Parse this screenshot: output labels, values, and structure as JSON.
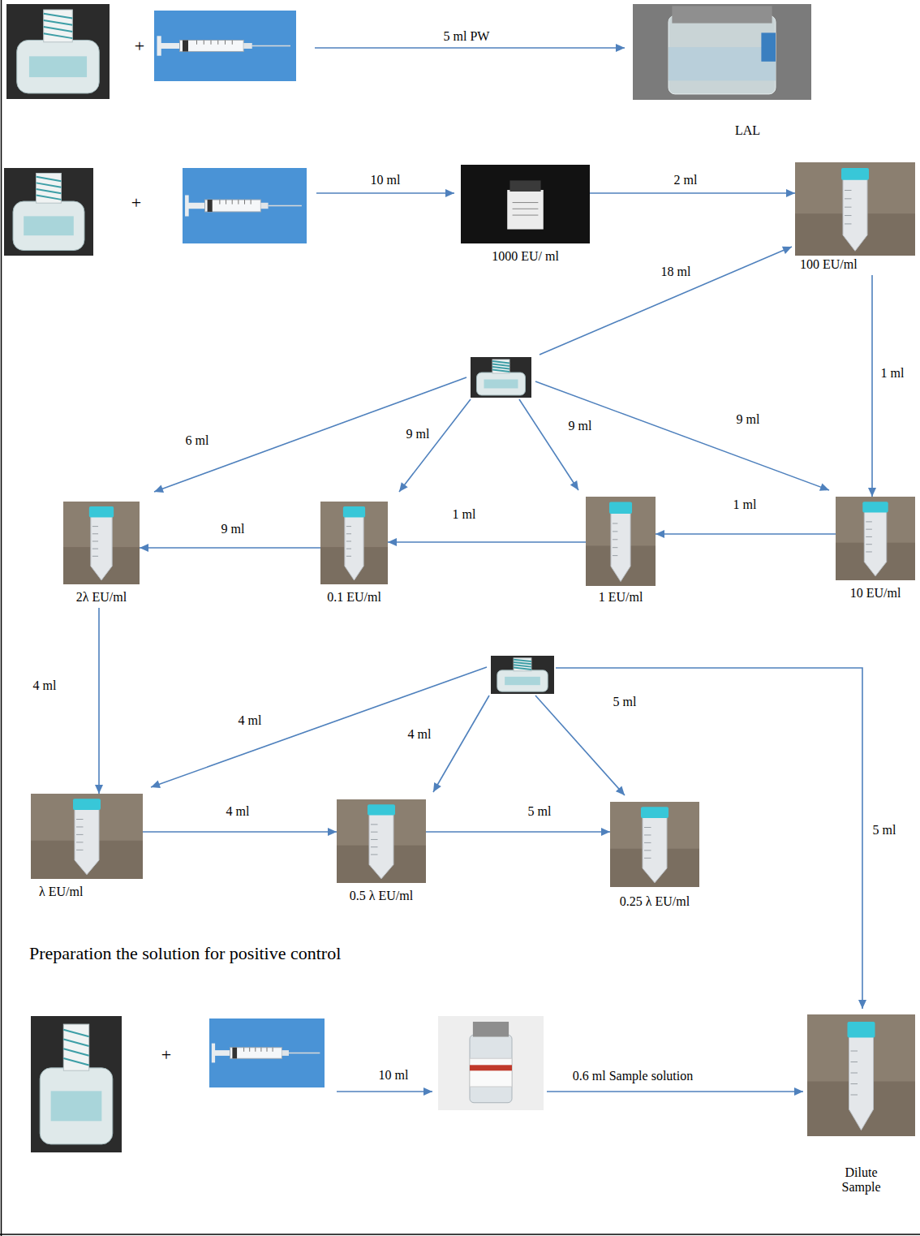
{
  "diagram": {
    "nodes": [
      {
        "text": [
          "LAL"
        ]
      },
      {
        "text": [
          "1000 EU/ ml"
        ]
      },
      {
        "text": [
          "100 EU/ml"
        ]
      },
      {
        "text": [
          "2λ EU/ml"
        ]
      },
      {
        "text": [
          "0.1 EU/ml"
        ]
      },
      {
        "text": [
          "1 EU/ml"
        ]
      },
      {
        "text": [
          "10 EU/ml"
        ]
      },
      {
        "text": [
          "λ EU/ml"
        ]
      },
      {
        "text": [
          "0.5 λ EU/ml"
        ]
      },
      {
        "text": [
          "0.25 λ EU/ml"
        ]
      },
      {
        "text": [
          "Dilute Sample"
        ]
      }
    ],
    "edges": [
      {
        "from": 1,
        "to": 2,
        "arrow": "to",
        "label": "2 ml"
      },
      {
        "from": 2,
        "to": 6,
        "arrow": "to",
        "label": "1 ml"
      },
      {
        "from": 6,
        "to": 5,
        "arrow": "to",
        "label": "1 ml"
      },
      {
        "from": 5,
        "to": 4,
        "arrow": "to",
        "label": "1 ml"
      },
      {
        "from": 4,
        "to": 3,
        "arrow": "to",
        "label": "9 ml"
      },
      {
        "from": 3,
        "to": 7,
        "arrow": "to",
        "label": "4 ml"
      },
      {
        "from": 7,
        "to": 8,
        "arrow": "to",
        "label": "4 ml"
      },
      {
        "from": 8,
        "to": 9,
        "arrow": "to",
        "label": "5 ml"
      }
    ],
    "labels": [
      "+",
      "5 ml PW",
      "+",
      "10 ml",
      "18 ml",
      "6 ml",
      "9 ml",
      "9 ml",
      "9 ml",
      "4 ml",
      "4 ml",
      "5 ml",
      "5 ml",
      "Preparation the solution for positive control",
      "+",
      "10 ml",
      "0.6 ml Sample solution"
    ]
  }
}
